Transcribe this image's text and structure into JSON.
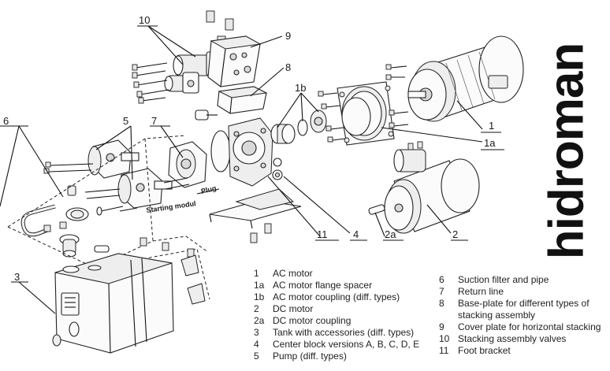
{
  "brand": {
    "logo_text": "hidroman"
  },
  "callouts": {
    "c1": "1",
    "c1a": "1a",
    "c1b": "1b",
    "c2": "2",
    "c2a": "2a",
    "c3": "3",
    "c4": "4",
    "c5": "5",
    "c6": "6",
    "c7": "7",
    "c8": "8",
    "c9": "9",
    "c10": "10",
    "c11": "11"
  },
  "notes": {
    "plug": "Plug",
    "starting_modul": "Starting modul"
  },
  "legend_left": [
    {
      "num": "1",
      "text": "AC motor"
    },
    {
      "num": "1a",
      "text": "AC motor flange spacer"
    },
    {
      "num": "1b",
      "text": "AC motor coupling (diff. types)"
    },
    {
      "num": "2",
      "text": "DC motor"
    },
    {
      "num": "2a",
      "text": "DC motor coupling"
    },
    {
      "num": "3",
      "text": "Tank with accessories (diff. types)"
    },
    {
      "num": "4",
      "text": "Center block versions A, B, C, D, E"
    },
    {
      "num": "5",
      "text": "Pump (diff. types)"
    }
  ],
  "legend_right": [
    {
      "num": "6",
      "text": "Suction filter and pipe"
    },
    {
      "num": "7",
      "text": "Return line"
    },
    {
      "num": "8",
      "text": "Base-plate for different types of stacking assembly"
    },
    {
      "num": "9",
      "text": "Cover plate for horizontal stacking"
    },
    {
      "num": "10",
      "text": "Stacking assembly valves"
    },
    {
      "num": "11",
      "text": "Foot bracket"
    }
  ]
}
